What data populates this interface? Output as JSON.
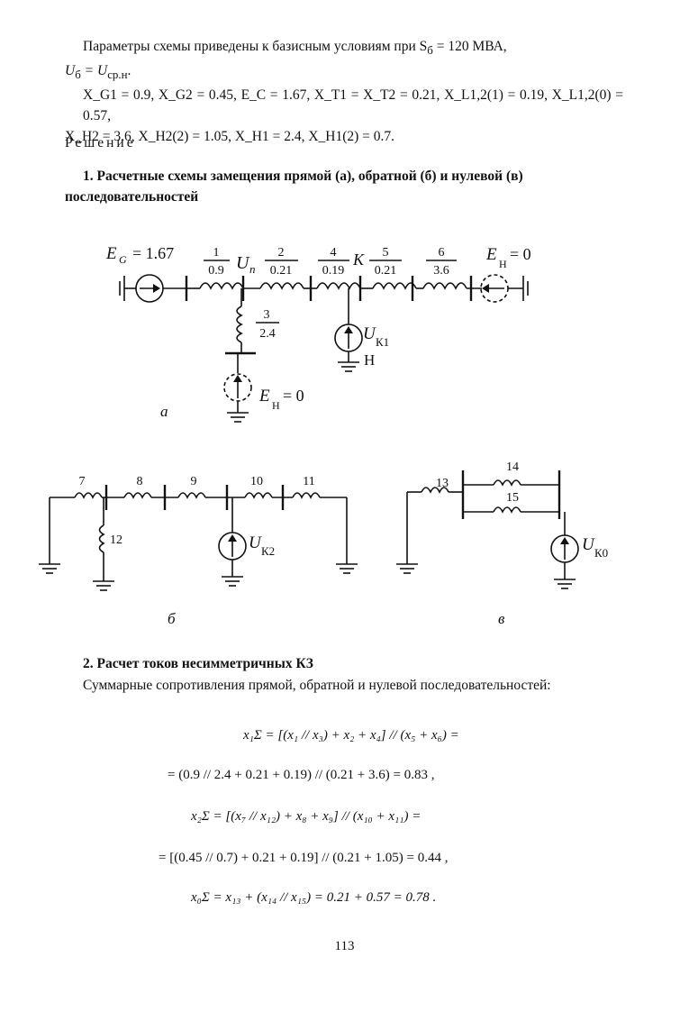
{
  "params": {
    "line1": "Параметры схемы приведены к базисным условиям при S",
    "line1_sub": "б",
    "line1_end": " = 120 МВА,",
    "line2": "U",
    "line2_sub": "б",
    "line2_mid": " = U",
    "line2_sub2": "ср.н",
    "line2_end": ".",
    "line3": "X_G1 = 0.9, X_G2 = 0.45, E_C = 1.67, X_T1 = X_T2 = 0.21, X_L1,2(1) = 0.19, X_L1,2(0) = 0.57,",
    "line4": "X_H2 = 3.6, X_H2(2) = 1.05, X_H1 = 2.4, X_H1(2) = 0.7."
  },
  "solution_title": "Решение",
  "heading1": "1. Расчетные схемы замещения прямой (а), обратной (б) и нулевой (в) последовательностей",
  "diagram_a": {
    "eg": "E",
    "eg_sub": "G",
    "eg_val": "= 1.67",
    "eh_right": "E",
    "eh_sub": "Н",
    "eh_val": "= 0",
    "un": "U",
    "un_sub": "n",
    "k_label": "K",
    "r1_num": "1",
    "r1_val": "0.9",
    "r2_num": "2",
    "r2_val": "0.21",
    "r3_num": "3",
    "r3_val": "2.4",
    "r4_num": "4",
    "r4_val": "0.19",
    "r5_num": "5",
    "r5_val": "0.21",
    "r6_num": "6",
    "r6_val": "3.6",
    "uk": "U",
    "uk_sub": "К1",
    "h_label": "Н",
    "eh_bottom": "E",
    "eh_bottom_sub": "Н",
    "eh_bottom_val": "= 0",
    "caption": "а"
  },
  "diagram_b": {
    "r7": "7",
    "r8": "8",
    "r9": "9",
    "r10": "10",
    "r11": "11",
    "r12": "12",
    "uk": "U",
    "uk_sub": "К2",
    "caption": "б"
  },
  "diagram_c": {
    "r13": "13",
    "r14": "14",
    "r15": "15",
    "uk": "U",
    "uk_sub": "К0",
    "caption": "в"
  },
  "heading2": "2. Расчет токов несимметричных КЗ",
  "para2": "Суммарные сопротивления прямой, обратной и нулевой последовательностей:",
  "equations": {
    "e1": "x₁Σ = [(x₁ // x₃) + x₂ + x₄] // (x₅ + x₆) =",
    "e2": "= (0.9 // 2.4 + 0.21 + 0.19) // (0.21 + 3.6) = 0.83 ,",
    "e3": "x₂Σ = [(x₇ // x₁₂) + x₈ + x₉] // (x₁₀ + x₁₁) =",
    "e4": "= [(0.45 // 0.7) + 0.21 + 0.19] // (0.21 + 1.05) = 0.44 ,",
    "e5": "x₀Σ = x₁₃ + (x₁₄ // x₁₅) = 0.21 + 0.57 = 0.78 ."
  },
  "page_number": "113"
}
